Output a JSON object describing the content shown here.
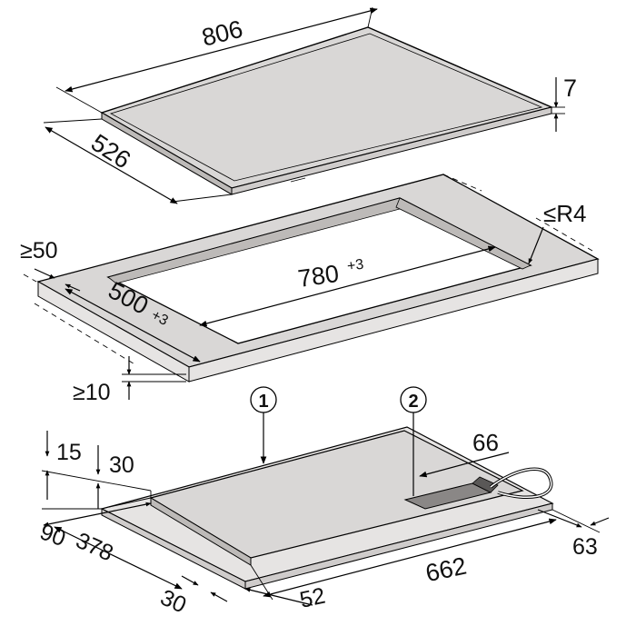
{
  "dimensions": {
    "hob_width": "806",
    "hob_depth": "526",
    "hob_thickness": "7",
    "cutout_width": "780",
    "cutout_width_tol": "+3",
    "cutout_depth": "500",
    "cutout_depth_tol": "+3",
    "corner_radius": "≤R4",
    "front_min": "≥50",
    "wall_min": "≥10",
    "depth_15": "15",
    "depth_30": "30",
    "dim_90": "90",
    "dim_378": "378",
    "dim_30b": "30",
    "dim_52": "52",
    "dim_662": "662",
    "dim_66": "66",
    "dim_63": "63"
  },
  "callouts": {
    "one": "1",
    "two": "2"
  },
  "colors": {
    "surface": "#d9d7d6",
    "surface_dark": "#bdbab8",
    "line": "#000000"
  }
}
